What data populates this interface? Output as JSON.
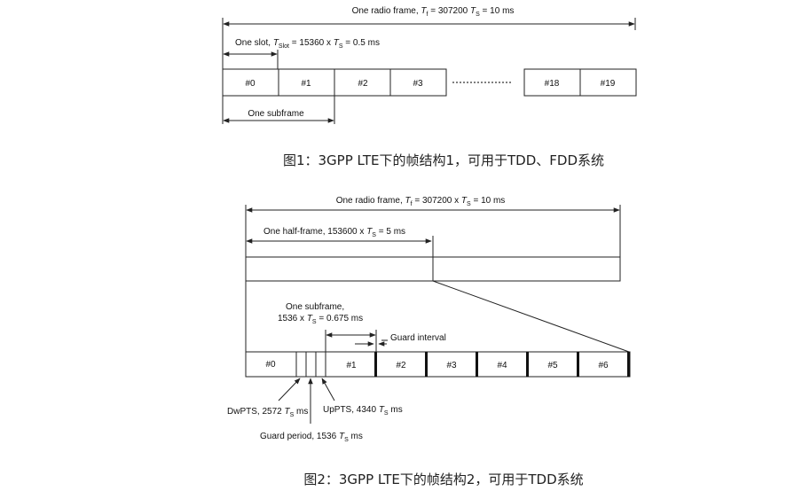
{
  "fig1": {
    "radio_frame": {
      "pre": "One radio frame, ",
      "T": "T",
      "sub": "f",
      "mid": " = 307200 ",
      "T2": "T",
      "sub2": "S",
      "post": " = 10 ms"
    },
    "slot": {
      "pre": "One slot, ",
      "T": "T",
      "sub": "Slot",
      "mid": " = 15360 x ",
      "T2": "T",
      "sub2": "S",
      "post": " = 0.5 ms"
    },
    "cells": [
      "#0",
      "#1",
      "#2",
      "#3",
      "#18",
      "#19"
    ],
    "subframe": "One subframe",
    "caption": "图1：3GPP LTE下的帧结构1，可用于TDD、FDD系统"
  },
  "fig2": {
    "radio_frame": {
      "pre": "One radio frame, ",
      "T": "T",
      "sub": "f",
      "mid": " = 307200 x ",
      "T2": "T",
      "sub2": "S",
      "post": " = 10 ms"
    },
    "half_frame": {
      "pre": "One half-frame, 153600 x ",
      "T": "T",
      "sub": "S",
      "post": " = 5 ms"
    },
    "subframe_line1": "One subframe,",
    "subframe_line2": {
      "pre": "1536 x ",
      "T": "T",
      "sub": "S",
      "post": " = 0.675 ms"
    },
    "guard_interval": "Guard interval",
    "cells": [
      "#0",
      "#1",
      "#2",
      "#3",
      "#4",
      "#5",
      "#6"
    ],
    "dwpts": {
      "pre": "DwPTS, 2572 ",
      "T": "T",
      "sub": "S",
      "post": " ms"
    },
    "uppts": {
      "pre": "UpPTS, 4340 ",
      "T": "T",
      "sub": "S",
      "post": " ms"
    },
    "guard_period": {
      "pre": "Guard period, 1536 ",
      "T": "T",
      "sub": "S",
      "post": " ms"
    },
    "caption": "图2：3GPP LTE下的帧结构2，可用于TDD系统"
  }
}
